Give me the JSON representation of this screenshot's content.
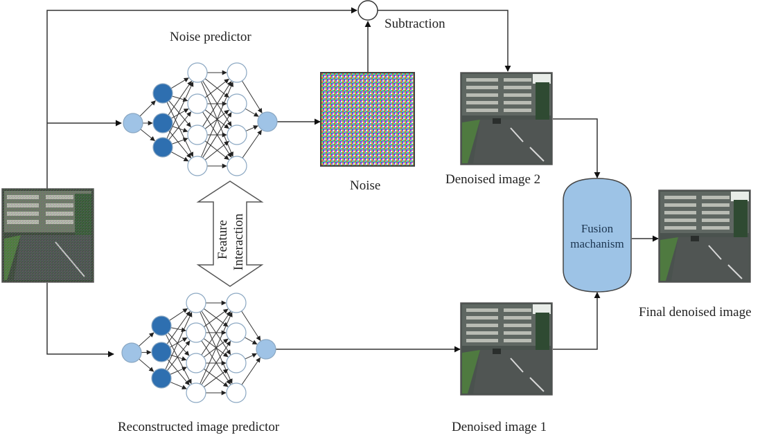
{
  "labels": {
    "noise_predictor": "Noise predictor",
    "reconstructed_predictor": "Reconstructed image predictor",
    "subtraction": "Subtraction",
    "noise": "Noise",
    "denoised_image_2": "Denoised image 2",
    "denoised_image_1": "Denoised image 1",
    "fusion_line1": "Fusion",
    "fusion_line2": "machanism",
    "final_denoised": "Final denoised image",
    "feature": "Feature",
    "interaction": "Interaction"
  },
  "colors": {
    "input_node": "#9fc3e6",
    "dark_node": "#2e6fb0",
    "hidden_node": "#ffffff",
    "node_stroke": "#8aa7c2",
    "fusion_fill": "#9dc3e6",
    "line": "#333333"
  },
  "network": {
    "layers": [
      1,
      3,
      4,
      4,
      1
    ]
  }
}
